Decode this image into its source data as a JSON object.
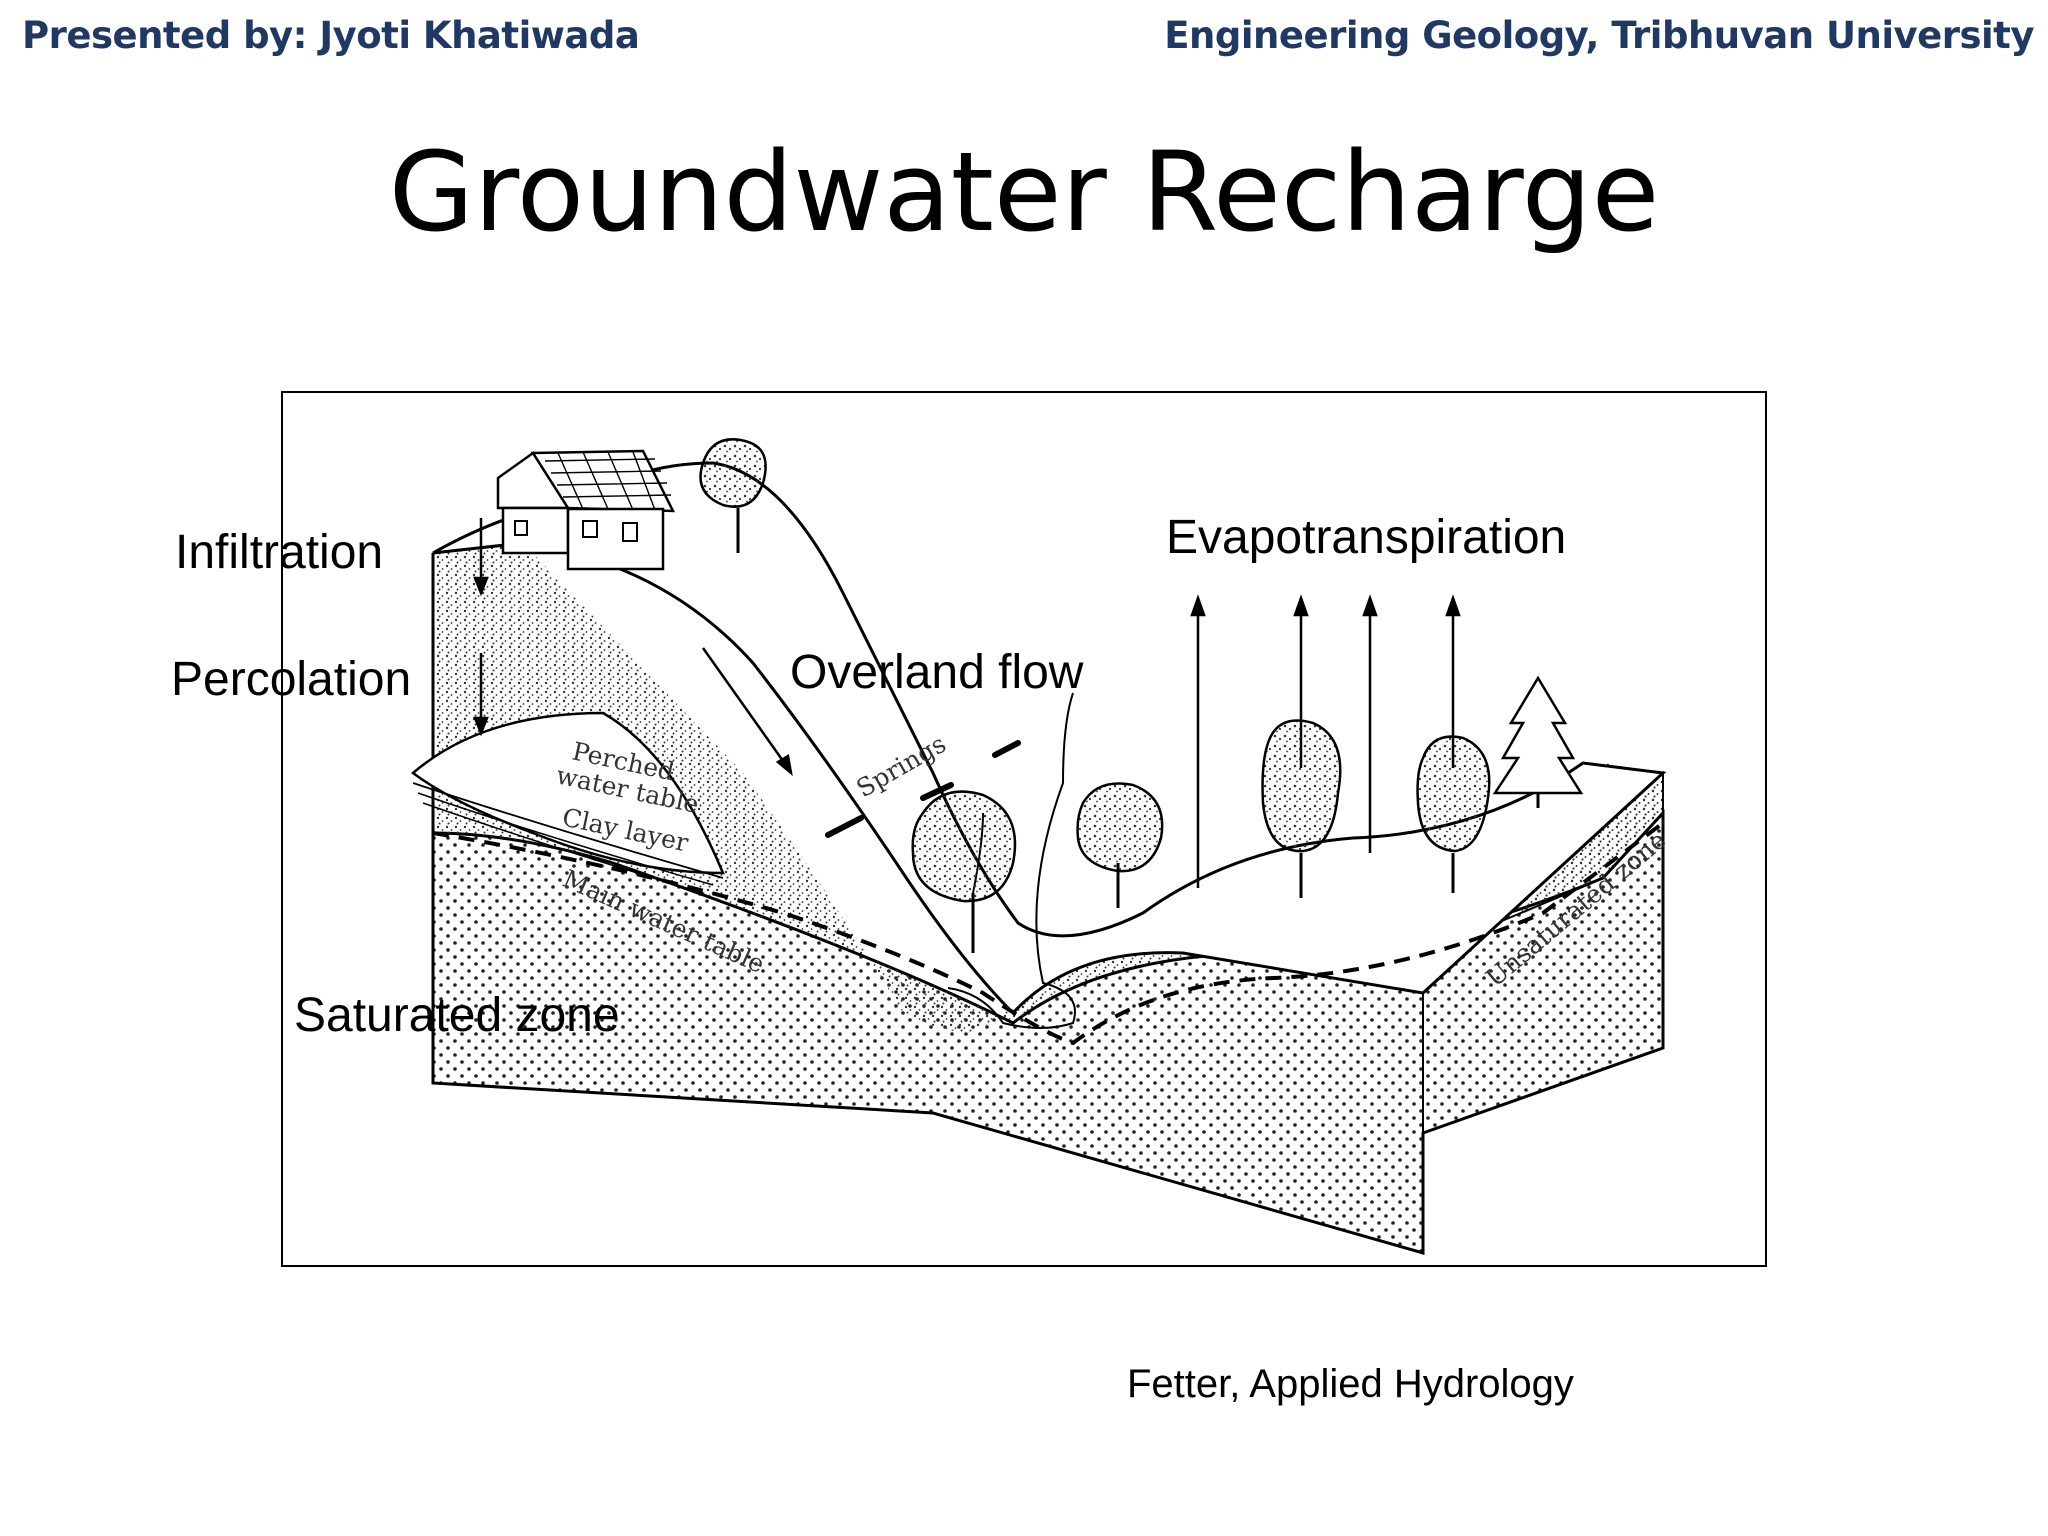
{
  "header": {
    "presenter": "Presented by: Jyoti Khatiwada",
    "affiliation": "Engineering Geology, Tribhuvan University"
  },
  "title": "Groundwater Recharge",
  "labels": {
    "infiltration": "Infiltration",
    "percolation": "Percolation",
    "overland_flow": "Overland flow",
    "evapotranspiration": "Evapotranspiration",
    "saturated_zone": "Saturated zone"
  },
  "figure_text": {
    "perched_1": "Perched",
    "perched_2": "water table",
    "clay_layer": "Clay layer",
    "springs": "Springs",
    "main_water_table": "Main water table",
    "unsaturated_zone": "Unsaturated zone"
  },
  "credit": "Fetter, Applied Hydrology"
}
